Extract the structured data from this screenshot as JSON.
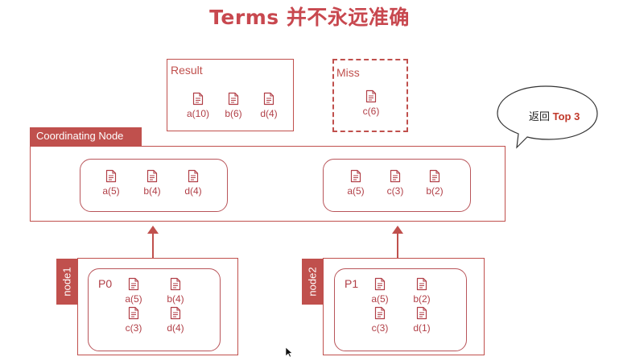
{
  "title": "Terms 并不永远准确",
  "corner_text": "",
  "result": {
    "label": "Result",
    "docs": [
      "a(10)",
      "b(6)",
      "d(4)"
    ]
  },
  "miss": {
    "label": "Miss",
    "docs": [
      "c(6)"
    ]
  },
  "bubble": {
    "text": "返回",
    "highlight": "Top 3"
  },
  "coordinating": {
    "label": "Coordinating Node",
    "left_group": [
      "a(5)",
      "b(4)",
      "d(4)"
    ],
    "right_group": [
      "a(5)",
      "c(3)",
      "b(2)"
    ]
  },
  "node1": {
    "label": "node1",
    "shard": "P0",
    "docs": [
      "a(5)",
      "b(4)",
      "c(3)",
      "d(4)"
    ]
  },
  "node2": {
    "label": "node2",
    "shard": "P1",
    "docs": [
      "a(5)",
      "b(2)",
      "c(3)",
      "d(1)"
    ]
  },
  "colors": {
    "accent": "#c0504d",
    "title": "#c8484f",
    "text": "#b13f47"
  },
  "icons": {
    "doc": "document-icon",
    "arrow": "arrow-up-icon",
    "cursor": "mouse-pointer-icon"
  }
}
